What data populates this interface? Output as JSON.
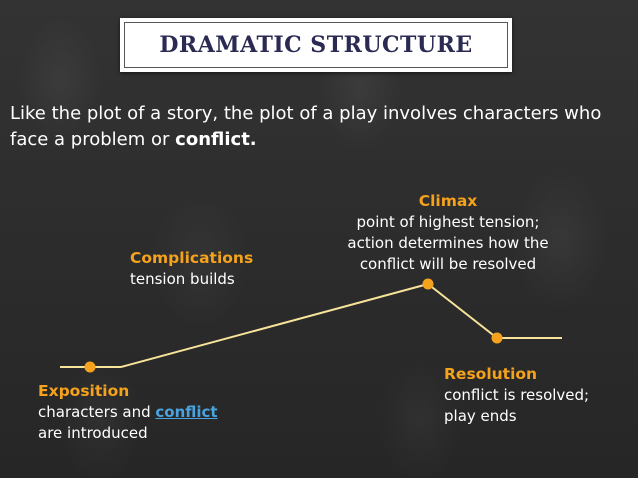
{
  "title": "DRAMATIC STRUCTURE",
  "intro": {
    "text_before": "Like the plot of a story, the plot of a play involves characters who face a problem or ",
    "text_bold": "conflict."
  },
  "stages": {
    "exposition": {
      "heading": "Exposition",
      "line1_before": "characters and ",
      "line1_link": "conflict",
      "line2": "are introduced"
    },
    "complications": {
      "heading": "Complications",
      "line1": "tension builds"
    },
    "climax": {
      "heading": "Climax",
      "line1": "point of highest tension;",
      "line2": "action determines how the",
      "line3": "conflict will be resolved"
    },
    "resolution": {
      "heading": "Resolution",
      "line1": "conflict is resolved;",
      "line2": "play ends"
    }
  },
  "colors": {
    "line": "#f7e49a",
    "dot": "#f5a21c",
    "heading": "#f5a21c",
    "link": "#4aa3df",
    "title_text": "#2a2a52"
  }
}
